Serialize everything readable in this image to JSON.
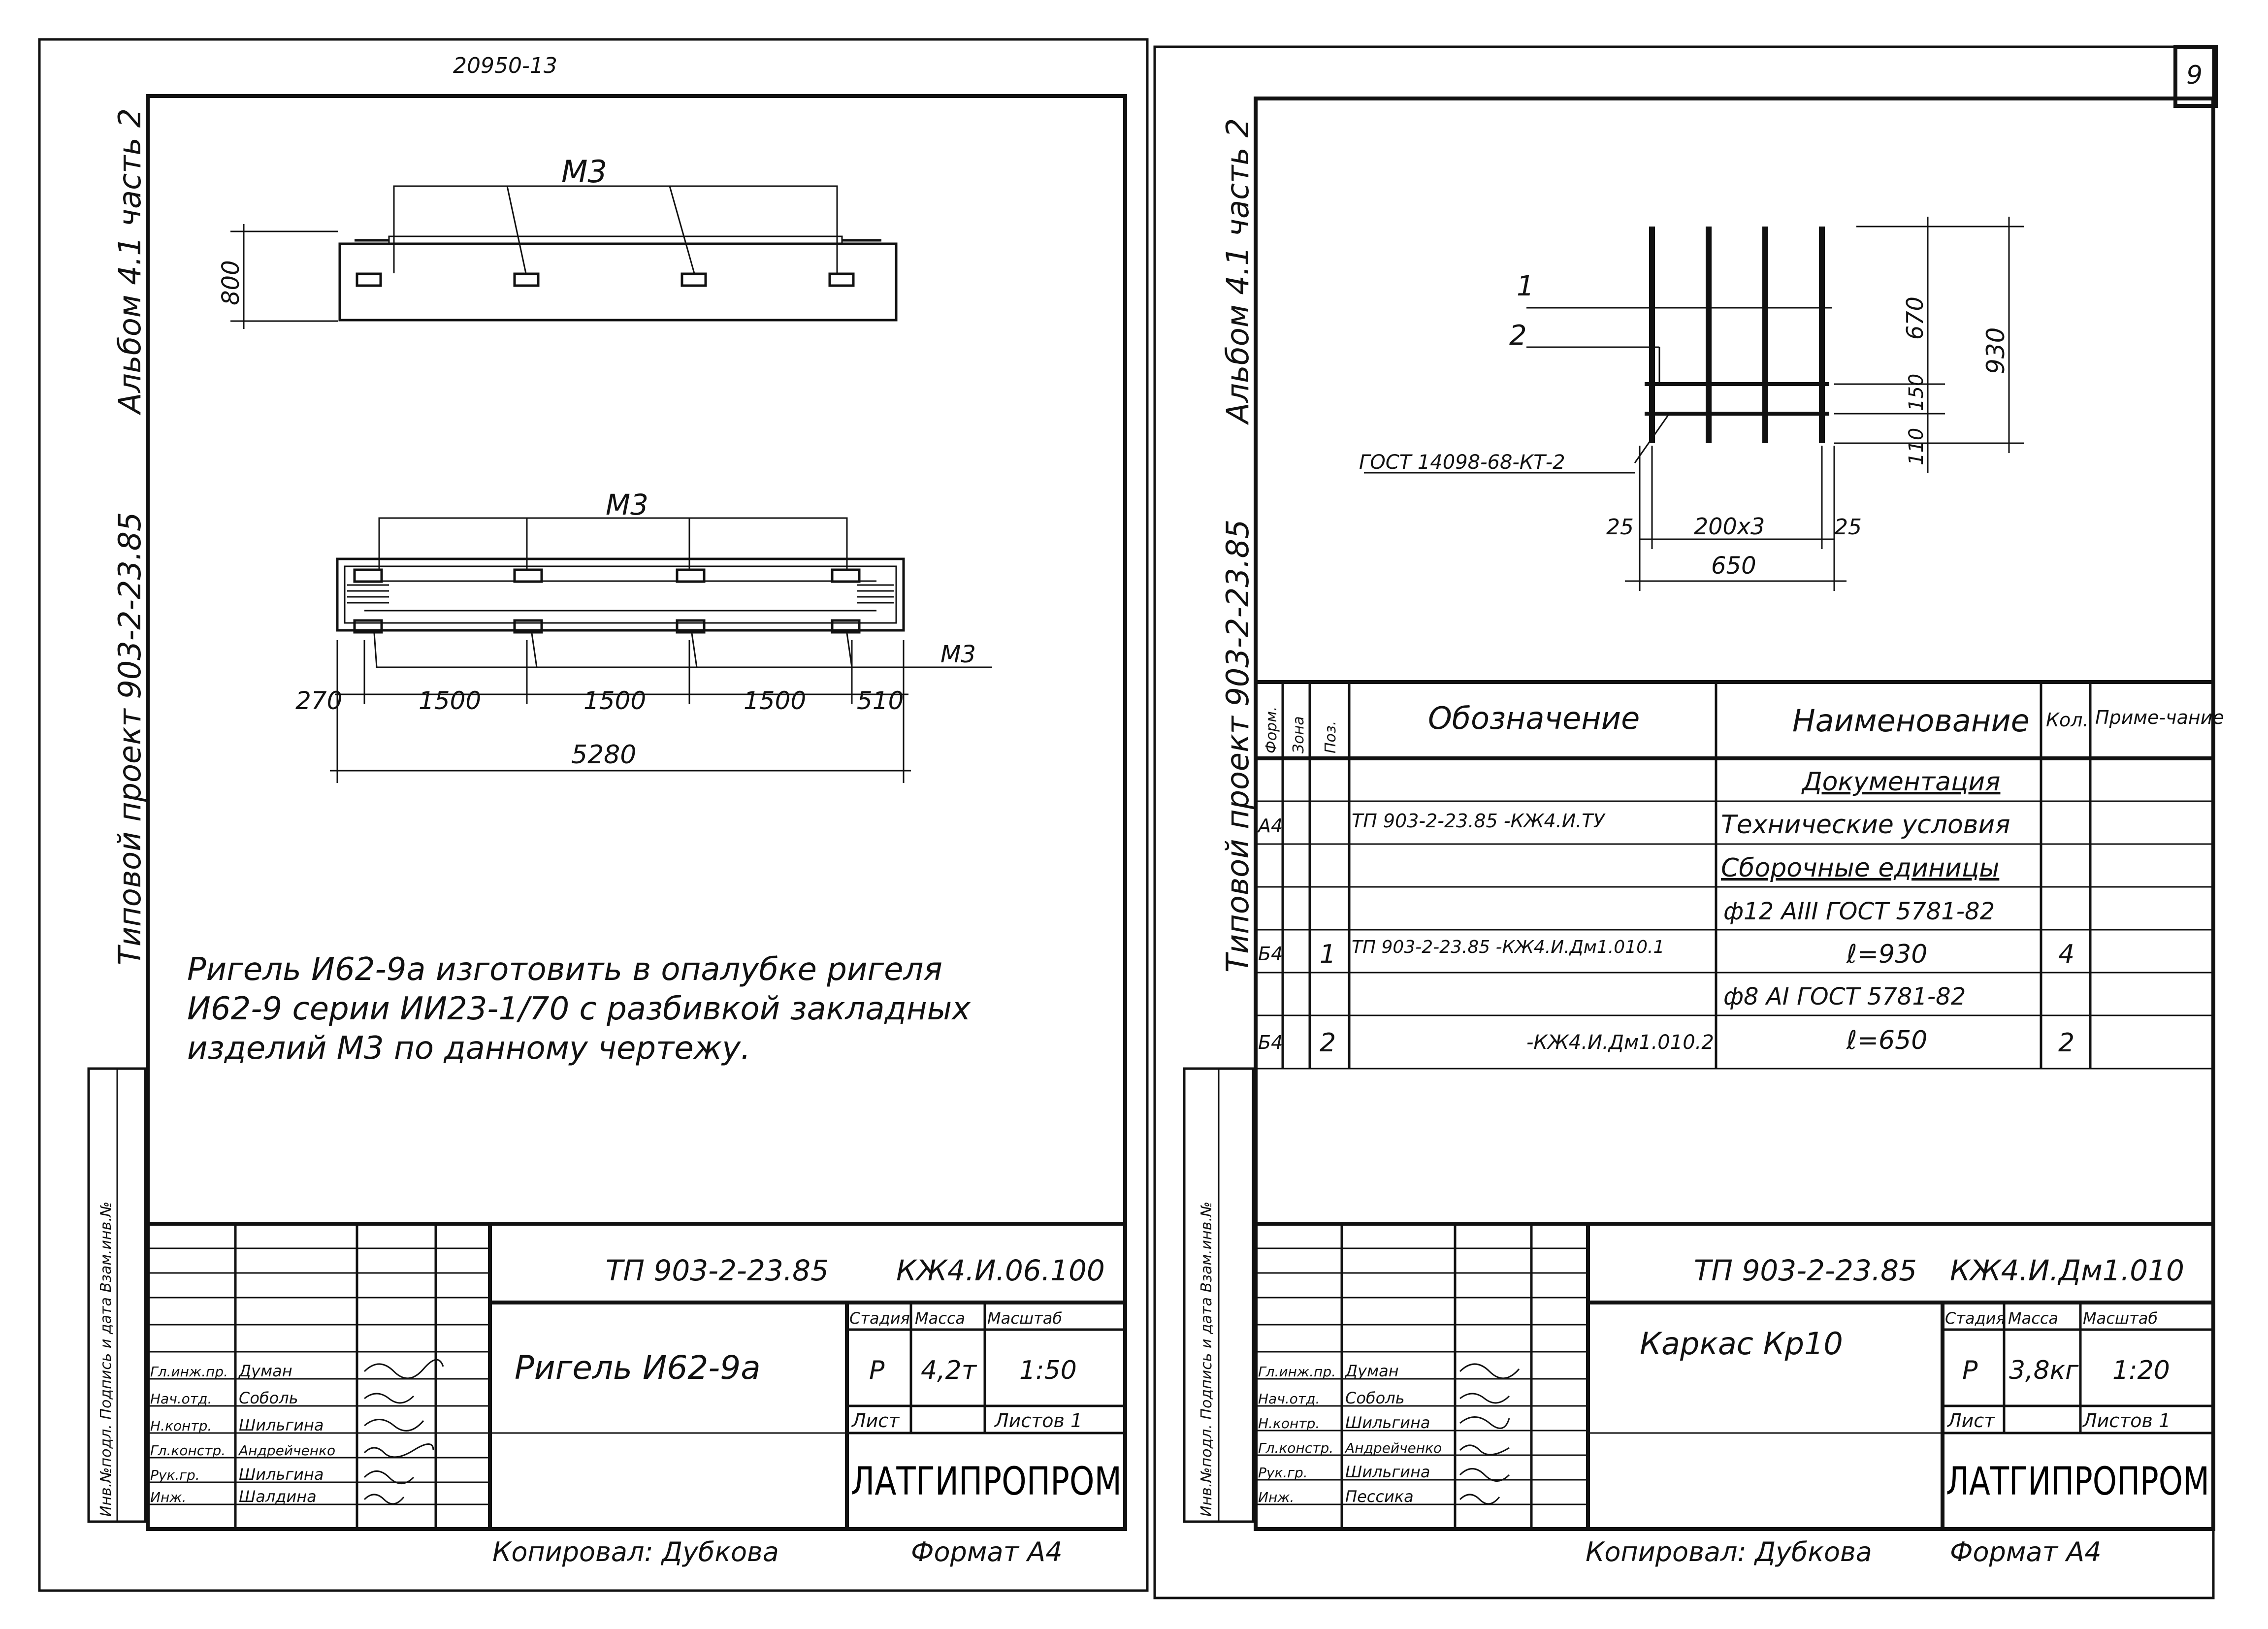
{
  "top_code": "20950-13",
  "sheet_number": "9",
  "left_sheet": {
    "side_title_a": "Альбом 4.1 часть 2",
    "side_title_b": "Типовой проект 903-2-23.85",
    "top_view": {
      "embed_label": "М3",
      "height_dim": "800"
    },
    "plan_view": {
      "embed_label_top": "М3",
      "embed_label_right": "М3",
      "dims": [
        "270",
        "1500",
        "1500",
        "1500",
        "510"
      ],
      "total": "5280"
    },
    "note_lines": [
      "Ригель И62-9а изготовить в опалубке ригеля",
      "И62-9 серии ИИ23-1/70 с разбивкой закладных",
      "изделий М3 по данному чертежу."
    ],
    "margin_stamp": "Инв.№подл. Подпись и дата Взам.инв.№",
    "title_block": {
      "code": "ТП 903-2-23.85",
      "mark": "КЖ4.И.06.100",
      "name": "Ригель И62-9а",
      "stage_header": "Стадия",
      "mass_header": "Масса",
      "scale_header": "Масштаб",
      "stage": "Р",
      "mass": "4,2т",
      "scale": "1:50",
      "sheet_label": "Лист",
      "sheets_label": "Листов 1",
      "org": "ЛАТГИПРОПРОМ",
      "roles": [
        "Гл.инж.пр.",
        "Нач.отд.",
        "Н.контр.",
        "Гл.констр.",
        "Рук.гр.",
        "Инж."
      ],
      "names": [
        "Думан",
        "Соболь",
        "Шильгина",
        "Андрейченко",
        "Шильгина",
        "Шалдина"
      ]
    },
    "copied_by": "Копировал: Дубкова",
    "format": "Формат А4"
  },
  "right_sheet": {
    "side_title_a": "Альбом 4.1 часть 2",
    "side_title_b": "Типовой проект 903-2-23.85",
    "frame_view": {
      "pos_labels": [
        "1",
        "2"
      ],
      "weld_note": "ГОСТ 14098-68-КТ-2",
      "dims_vertical": [
        "670",
        "150",
        "110"
      ],
      "total_vertical": "930",
      "dims_horizontal": [
        "25",
        "200х3",
        "25"
      ],
      "total_horizontal": "650"
    },
    "spec": {
      "headers": [
        "Форм.",
        "Зона",
        "Поз.",
        "Обозначение",
        "Наименование",
        "Кол.",
        "Приме-чание"
      ],
      "rows": [
        {
          "format": "",
          "zone": "",
          "pos": "",
          "designation": "",
          "name": "Документация",
          "qty": "",
          "note": ""
        },
        {
          "format": "А4",
          "zone": "",
          "pos": "",
          "designation": "ТП 903-2-23.85 -КЖ4.И.ТУ",
          "name": "Технические условия",
          "qty": "",
          "note": ""
        },
        {
          "format": "",
          "zone": "",
          "pos": "",
          "designation": "",
          "name": "Сборочные единицы",
          "qty": "",
          "note": ""
        },
        {
          "format": "",
          "zone": "",
          "pos": "",
          "designation": "",
          "name": "ф12 АIII ГОСТ 5781-82",
          "qty": "",
          "note": ""
        },
        {
          "format": "Б4",
          "zone": "",
          "pos": "1",
          "designation": "ТП 903-2-23.85 -КЖ4.И.Дм1.010.1",
          "name": "ℓ=930",
          "qty": "4",
          "note": ""
        },
        {
          "format": "",
          "zone": "",
          "pos": "",
          "designation": "",
          "name": "ф8 АI ГОСТ 5781-82",
          "qty": "",
          "note": ""
        },
        {
          "format": "Б4",
          "zone": "",
          "pos": "2",
          "designation": "-КЖ4.И.Дм1.010.2",
          "name": "ℓ=650",
          "qty": "2",
          "note": ""
        }
      ]
    },
    "margin_stamp": "Инв.№подл. Подпись и дата Взам.инв.№",
    "title_block": {
      "code": "ТП 903-2-23.85",
      "mark": "КЖ4.И.Дм1.010",
      "name": "Каркас Кр10",
      "stage_header": "Стадия",
      "mass_header": "Масса",
      "scale_header": "Масштаб",
      "stage": "Р",
      "mass": "3,8кг",
      "scale": "1:20",
      "sheet_label": "Лист",
      "sheets_label": "Листов 1",
      "org": "ЛАТГИПРОПРОМ",
      "roles": [
        "Гл.инж.пр.",
        "Нач.отд.",
        "Н.контр.",
        "Гл.констр.",
        "Рук.гр.",
        "Инж."
      ],
      "names": [
        "Думан",
        "Соболь",
        "Шильгина",
        "Андрейченко",
        "Шильгина",
        "Пессика"
      ]
    },
    "copied_by": "Копировал: Дубкова",
    "format": "Формат А4"
  }
}
